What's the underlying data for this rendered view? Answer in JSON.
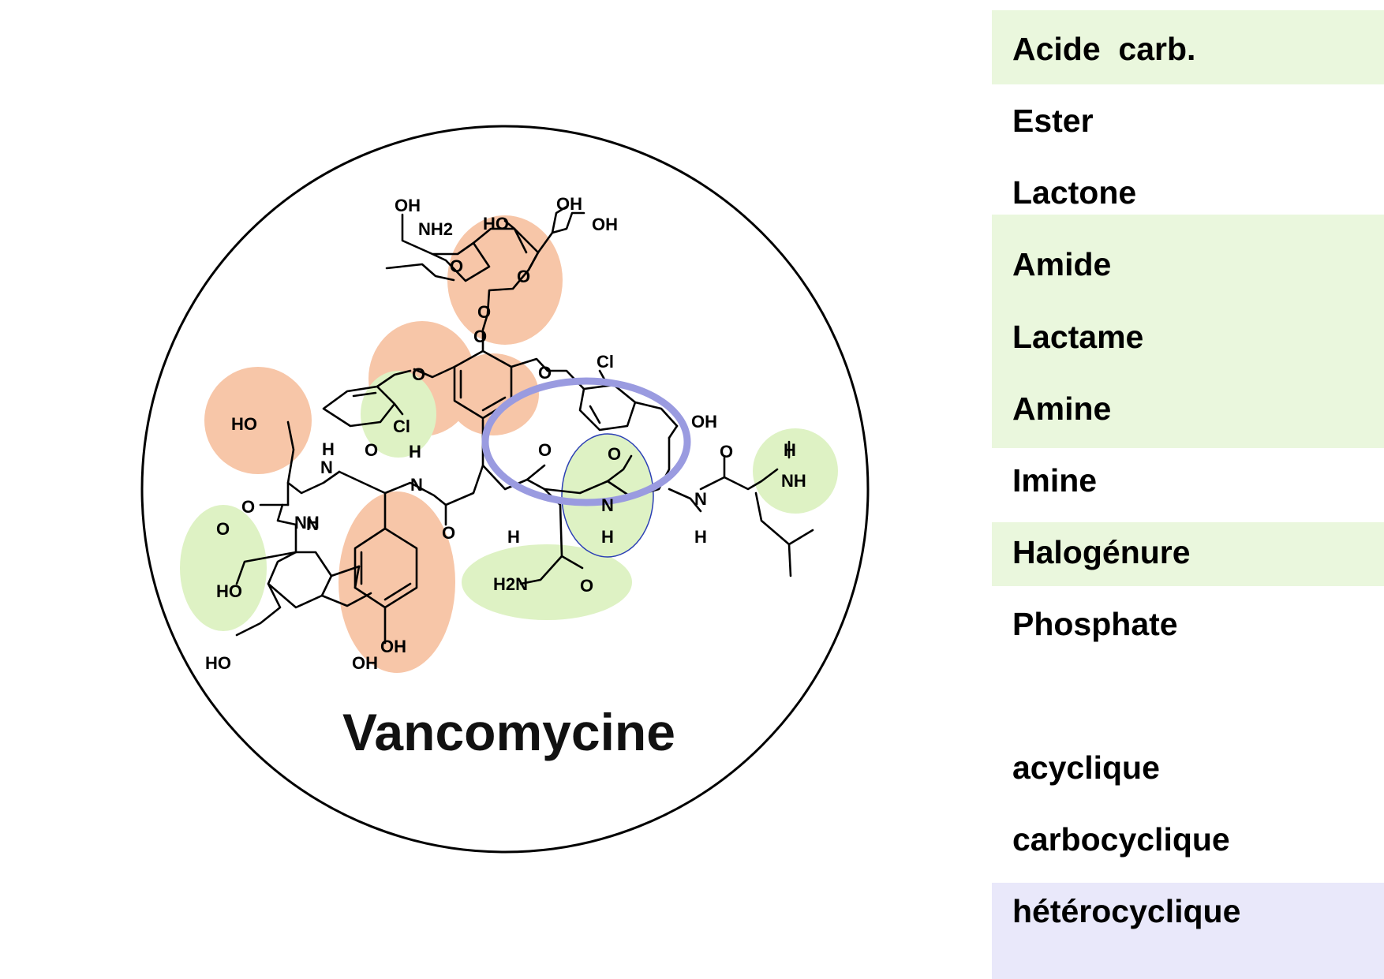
{
  "molecule": {
    "name": "Vancomycine",
    "atom_labels": [
      "OH",
      "NH2",
      "HO",
      "OH",
      "OH",
      "O",
      "O",
      "O",
      "O",
      "O",
      "O",
      "Cl",
      "Cl",
      "HO",
      "OH",
      "H",
      "N",
      "O",
      "H",
      "N",
      "O",
      "O",
      "O",
      "O",
      "N",
      "H",
      "H",
      "N",
      "H",
      "N",
      "H",
      "NH",
      "O",
      "NH",
      "O",
      "HO",
      "H2N",
      "O",
      "HO",
      "OH",
      "OH"
    ]
  },
  "highlight_colors": {
    "orange": "#f7c6a8",
    "green": "#def2c4",
    "ring": "#9a9be0",
    "blue_outline": "#2b3fb5",
    "band_green": "#eaf7dd",
    "band_lavender": "#e9e8fa"
  },
  "legend": {
    "functional_groups": [
      "Acide  carb.",
      "Ester",
      "Lactone",
      "Amide",
      "Lactame",
      "Amine",
      "Imine",
      "Halogénure",
      "Phosphate"
    ],
    "ring_types": [
      "acyclique",
      "carbocyclique",
      "hétérocyclique"
    ]
  }
}
